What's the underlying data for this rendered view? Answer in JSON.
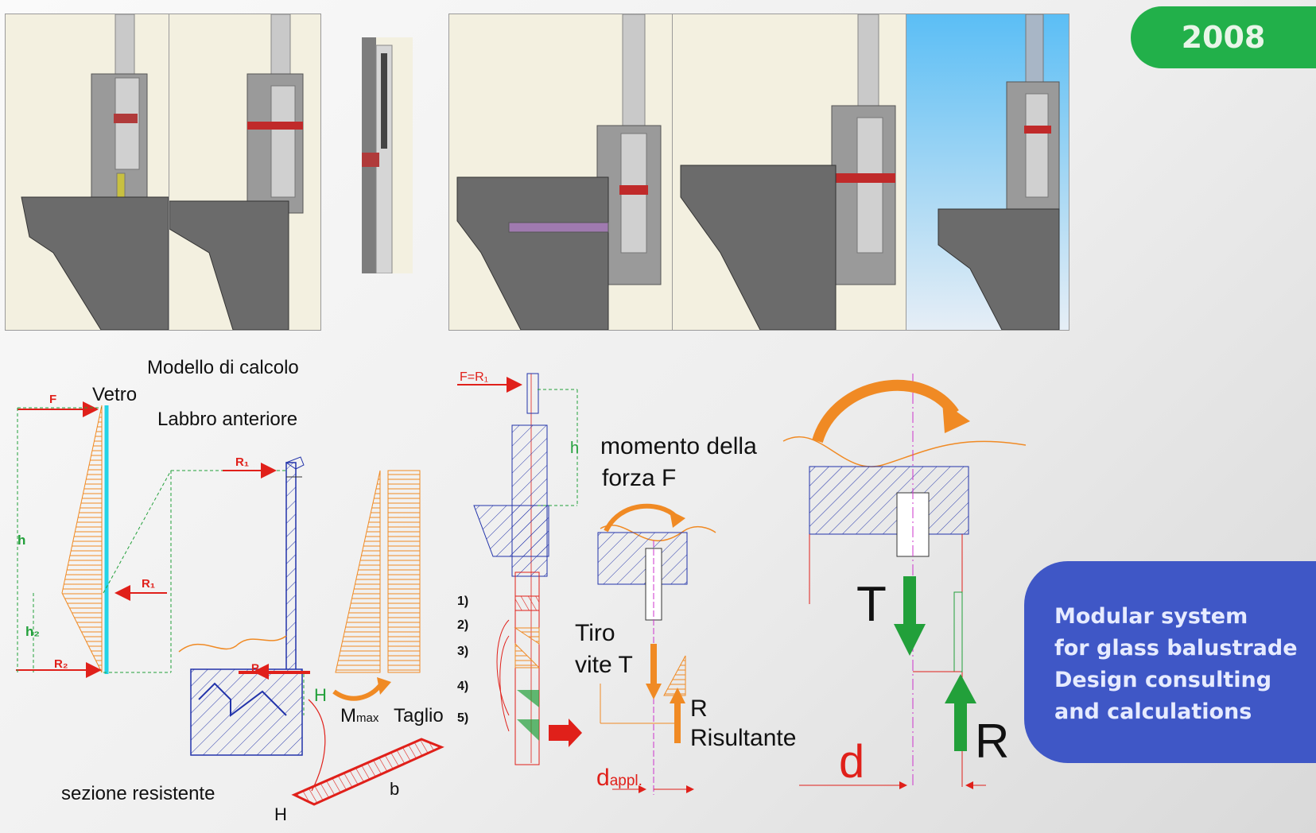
{
  "year_badge": "2008",
  "info": {
    "line1": "Modular system",
    "line2": "for glass balustrade",
    "line3": "Design  consulting",
    "line4": "and calculations"
  },
  "labels": {
    "modello": "Modello di calcolo",
    "vetro": "Vetro",
    "labbro": "Labbro anteriore",
    "f": "F",
    "r1_a": "R₁",
    "r1_b": "R₁",
    "r2_a": "R₂",
    "r2_b": "R₂",
    "h": "h",
    "h2": "h₂",
    "h_upper": "H",
    "mmax": "M",
    "mmax_sub": "max",
    "taglio": "Taglio",
    "sezione": "sezione resistente",
    "b": "b",
    "h_lower": "H",
    "f_r1": "F=R₁",
    "h_small": "h",
    "step1": "1)",
    "step2": "2)",
    "step3": "3)",
    "step4": "4)",
    "step5": "5)",
    "momento1": "momento della",
    "momento2": "forza F",
    "tiro1": "Tiro",
    "tiro2": "vite T",
    "r_mid": "R",
    "risultante": "Risultante",
    "d_appl": "d",
    "d_appl_sub": "appl.",
    "t_big": "T",
    "d_big": "d",
    "r_big": "R"
  },
  "colors": {
    "badge_green": "#22b04a",
    "info_blue": "#3f57c6",
    "force_red": "#e0201a",
    "dim_green": "#22a03a",
    "glass_cyan": "#22d3e6",
    "hatch_orange": "#f08a24",
    "profile_blue": "#2233aa",
    "sky_blue": "#5bbef5"
  }
}
